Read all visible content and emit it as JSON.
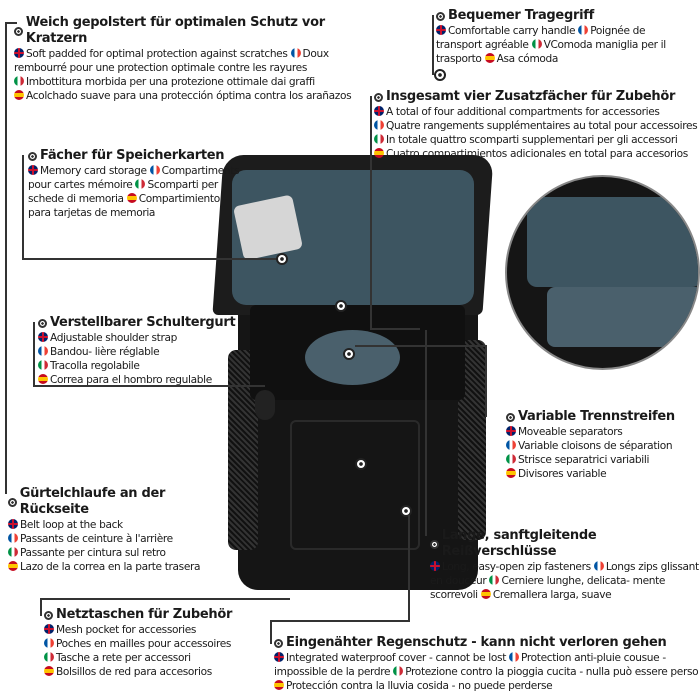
{
  "callouts": [
    {
      "title": "Weich gepolstert für optimalen Schutz vor Kratzern",
      "en": "Soft padded for optimal protection against scratches",
      "fr": "Doux rembourré pour une protection optimale contre les rayures",
      "it": "Imbottitura morbida per una protezione ottimale dai graffi",
      "es": "Acolchado suave para una protección óptima contra los arañazos"
    },
    {
      "title": "Bequemer Tragegriff",
      "en": "Comfortable carry handle",
      "fr": "Poignée de transport agréable",
      "it": "VComoda maniglia per il trasporto",
      "es": "Asa cómoda"
    },
    {
      "title": "Insgesamt vier Zusatzfächer für Zubehör",
      "en": "A total of four additional compartments for accessories",
      "fr": "Quatre rangements supplémentaires au total pour accessoires",
      "it": "In totale quattro scomparti supplementari per gli accessori",
      "es": "Cuatro compartimientos adicionales en total para accesorios"
    },
    {
      "title": "Fächer für Speicherkarten",
      "en": "Memory card storage",
      "fr": "Compartiments pour cartes mémoire",
      "it": "Scomparti per schede di memoria",
      "es": "Compartimiento para tarjetas de memoria"
    },
    {
      "title": "Verstellbarer Schultergurt",
      "en": "Adjustable shoulder strap",
      "fr": "Bandou- lière réglable",
      "it": "Tracolla regolabile",
      "es": "Correa para el hombro regulable"
    },
    {
      "title": "Variable Trennstreifen",
      "en": "Moveable separators",
      "fr": "Variable cloisons de séparation",
      "it": "Strisce separatrici variabili",
      "es": "Divisores variable"
    },
    {
      "title": "Gürtelchlaufe an der Rückseite",
      "en": "Belt loop at the back",
      "fr": "Passants de ceinture à l'arrière",
      "it": "Passante per cintura sul retro",
      "es": "Lazo de la correa en la parte trasera"
    },
    {
      "title": "Lange, sanftgleitende Reißverschlüsse",
      "en": "Long, easy-open zip fasteners",
      "fr": "Longs zips glissant en douceur",
      "it": "Cerniere lunghe, delicata- mente scorrevoli",
      "es": "Cremallera larga, suave"
    },
    {
      "title": "Netztaschen für Zubehör",
      "en": "Mesh pocket for accessories",
      "fr": "Poches en mailles pour accessoires",
      "it": "Tasche a rete per accessori",
      "es": "Bolsillos de red para accesorios"
    },
    {
      "title": "Eingenähter Regenschutz - kann nicht verloren gehen",
      "en": "Integrated waterproof cover - cannot be lost",
      "fr": "Protection anti-pluie cousue -impossible de la perdre",
      "it": "Protezione contro la pioggia cucita - nulla può essere perso",
      "es": "Protección contra la lluvia cosida - no puede perderse"
    }
  ]
}
